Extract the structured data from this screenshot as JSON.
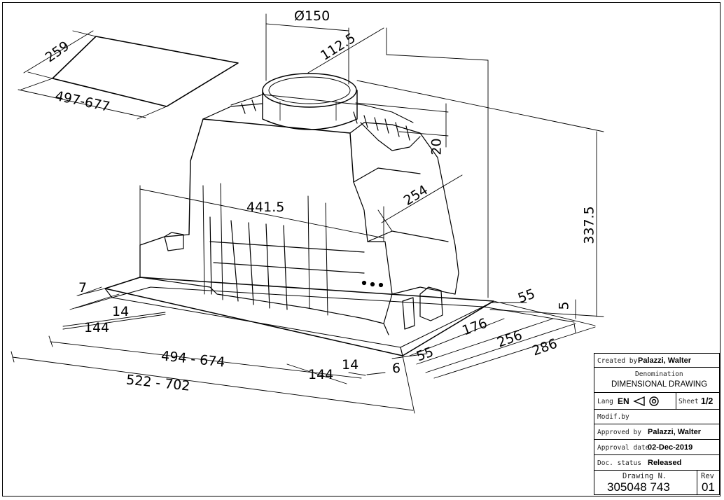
{
  "dimensions": {
    "d_diameter": "Ø150",
    "d_112": "112.5",
    "d_259": "259",
    "d_497": "497-677",
    "d_20": "20",
    "d_337": "337.5",
    "d_441": "441.5",
    "d_254": "254",
    "d_7": "7",
    "d_14a": "14",
    "d_144a": "144",
    "d_494": "494  -  674",
    "d_522": "522  -  702",
    "d_144b": "144",
    "d_14b": "14",
    "d_6": "6",
    "d_55a": "55",
    "d_55b": "55",
    "d_5": "5",
    "d_176": "176",
    "d_256": "256",
    "d_286": "286"
  },
  "title_block": {
    "created_label": "Created by",
    "created_value": "Palazzi, Walter",
    "denomination_label": "Denomination",
    "denomination_value": "DIMENSIONAL DRAWING",
    "lang_label": "Lang",
    "lang_value": "EN",
    "sheet_label": "Sheet",
    "sheet_value": "1/2",
    "modif_label": "Modif.by",
    "approved_label": "Approved by",
    "approved_value": "Palazzi, Walter",
    "approval_date_label": "Approval date",
    "approval_date_value": "02-Dec-2019",
    "doc_status_label": "Doc. status",
    "doc_status_value": "Released",
    "drawing_label": "Drawing N.",
    "drawing_value": "305048 743",
    "rev_label": "Rev",
    "rev_value": "01",
    "projection_icon": "first-angle-projection-icon"
  }
}
